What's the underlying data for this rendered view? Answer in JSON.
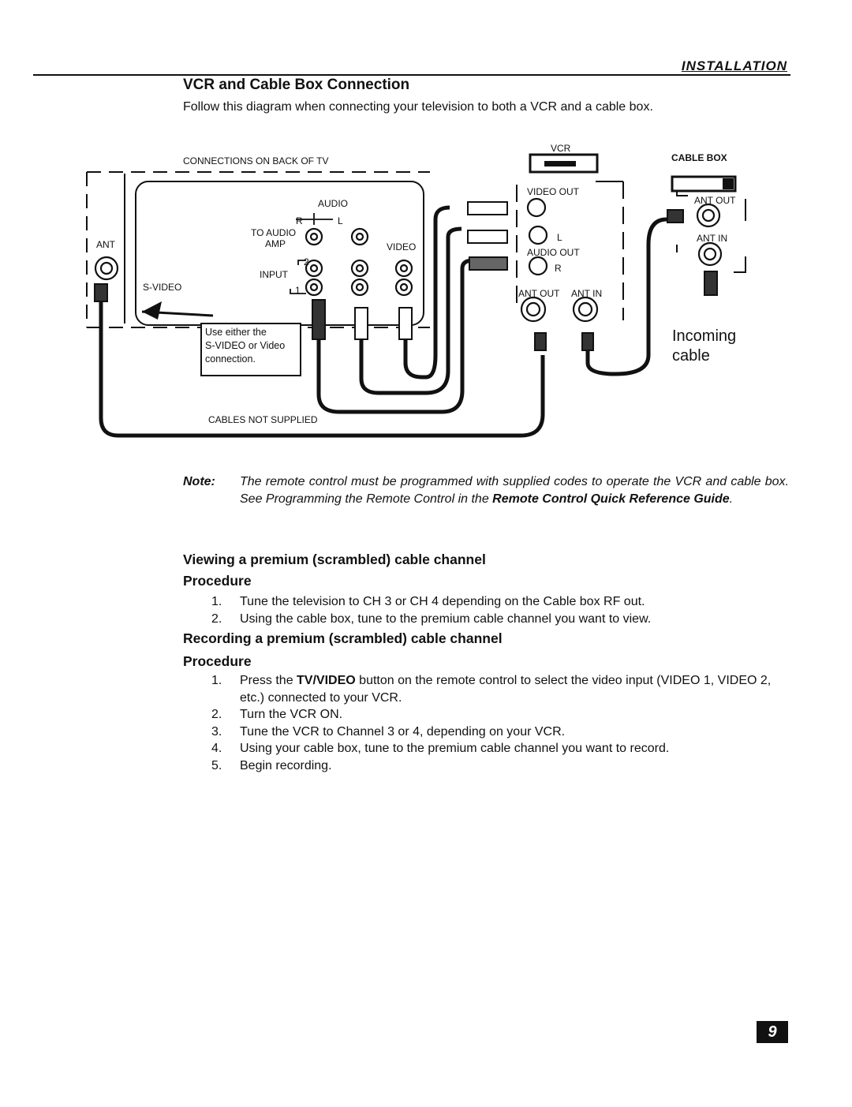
{
  "header": {
    "section": "INSTALLATION"
  },
  "vcr_section": {
    "title": "VCR and Cable Box Connection",
    "intro": "Follow this diagram when connecting your television to both a VCR and a cable box."
  },
  "diagram": {
    "connections_label": "CONNECTIONS ON BACK OF TV",
    "ant": "ANT",
    "s_video": "S-VIDEO",
    "audio": "AUDIO",
    "r": "R",
    "l": "L",
    "to_audio": "TO AUDIO",
    "amp": "AMP",
    "video": "VIDEO",
    "input": "INPUT",
    "input_2": "2",
    "input_1": "1",
    "vcr": "VCR",
    "video_out": "VIDEO OUT",
    "audio_out": "AUDIO OUT",
    "vcr_l": "L",
    "vcr_r": "R",
    "ant_out": "ANT OUT",
    "ant_in": "ANT IN",
    "cable_box": "CABLE BOX",
    "box_ant_out": "ANT OUT",
    "box_ant_in": "ANT IN",
    "cables_not_supplied": "CABLES NOT SUPPLIED",
    "callout_line1": "Use either the",
    "callout_line2": "S-VIDEO or Video",
    "callout_line3": "connection.",
    "incoming_line1": "Incoming",
    "incoming_line2": "cable"
  },
  "note": {
    "label": "Note:",
    "text": "The remote control must be programmed with supplied codes to operate the VCR and cable box. See Programming the Remote Control in the ",
    "bold": "Remote Control Quick Reference Guide",
    "end": "."
  },
  "viewing": {
    "title": "Viewing a premium (scrambled) cable channel",
    "procedure": "Procedure",
    "steps": [
      {
        "n": "1.",
        "text": "Tune the television to CH 3 or CH 4 depending on the Cable box RF out."
      },
      {
        "n": "2.",
        "text": "Using the cable box, tune to the premium cable channel you want to view."
      }
    ]
  },
  "recording": {
    "title": "Recording a premium (scrambled) cable channel",
    "procedure": "Procedure",
    "step1_pre": "Press the ",
    "step1_bold": "TV/VIDEO",
    "step1_post": " button on the remote control to select the video input (VIDEO 1, VIDEO 2, etc.) connected  to your VCR.",
    "steps": [
      {
        "n": "1."
      },
      {
        "n": "2.",
        "text": "Turn the VCR ON."
      },
      {
        "n": "3.",
        "text": "Tune the VCR to Channel 3 or 4, depending on your VCR."
      },
      {
        "n": "4.",
        "text": "Using your cable box, tune to the premium cable channel you want to record."
      },
      {
        "n": "5.",
        "text": "Begin recording."
      }
    ]
  },
  "footer": {
    "page": "9"
  }
}
